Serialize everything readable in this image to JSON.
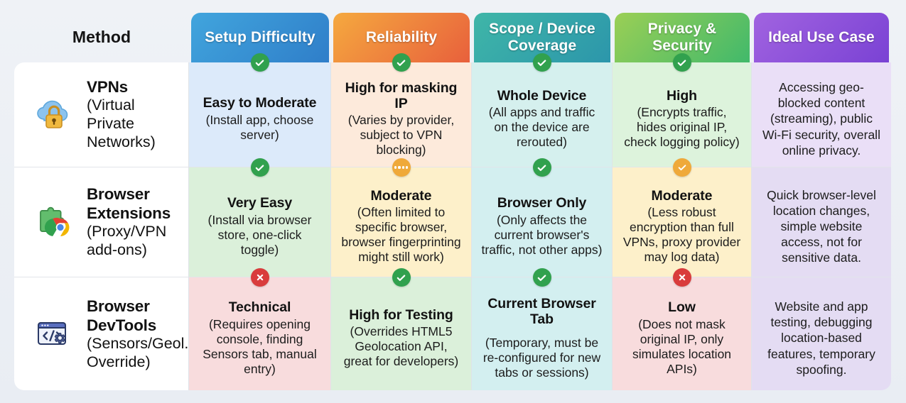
{
  "headers": [
    {
      "label": "Method",
      "key": "method"
    },
    {
      "label": "Setup Difficulty",
      "key": "setup"
    },
    {
      "label": "Reliability",
      "key": "reliability"
    },
    {
      "label": "Scope / Device Coverage",
      "key": "scope"
    },
    {
      "label": "Privacy & Security",
      "key": "privacy"
    },
    {
      "label": "Ideal Use Case",
      "key": "ideal"
    }
  ],
  "rows": [
    {
      "method": {
        "icon": "cloud-lock-icon",
        "title": "VPNs",
        "subtitle": "(Virtual Private Networks)"
      },
      "setup": {
        "badge": "check",
        "title": "Easy to Moderate",
        "subtitle": "(Install app, choose server)"
      },
      "reliability": {
        "badge": "check",
        "title": "High for masking IP",
        "subtitle": "(Varies by provider, subject to VPN blocking)"
      },
      "scope": {
        "badge": "check",
        "title": "Whole Device",
        "subtitle": "(All apps and traffic on the device are rerouted)"
      },
      "privacy": {
        "badge": "check",
        "title": "High",
        "subtitle": "(Encrypts traffic, hides original IP, check logging policy)"
      },
      "ideal": {
        "text": "Accessing geo-blocked content (streaming), public Wi-Fi security, overall online privacy."
      }
    },
    {
      "method": {
        "icon": "puzzle-chrome-icon",
        "title": "Browser Extensions",
        "subtitle": "(Proxy/VPN add-ons)"
      },
      "setup": {
        "badge": "check",
        "title": "Very Easy",
        "subtitle": "(Install via browser store, one-click toggle)"
      },
      "reliability": {
        "badge": "dots",
        "title": "Moderate",
        "subtitle": "(Often limited to specific browser, browser fingerprinting might still work)"
      },
      "scope": {
        "badge": "check",
        "title": "Browser Only",
        "subtitle": "(Only affects the current browser's traffic, not other apps)"
      },
      "privacy": {
        "badge": "check-orange",
        "title": "Moderate",
        "subtitle": "(Less robust encryption than full VPNs, proxy provider may log data)"
      },
      "ideal": {
        "text": "Quick browser-level location changes, simple website access, not for sensitive data."
      }
    },
    {
      "method": {
        "icon": "devtools-window-gear-icon",
        "title": "Browser DevTools",
        "subtitle": "(Sensors/Geol. Override)"
      },
      "setup": {
        "badge": "cross",
        "title": "Technical",
        "subtitle": "(Requires opening console, finding Sensors tab, manual entry)"
      },
      "reliability": {
        "badge": "check",
        "title": "High for Testing",
        "subtitle": "(Overrides HTML5 Geolocation API, great for developers)"
      },
      "scope": {
        "badge": "check",
        "title": "Current Browser Tab",
        "subtitle": "(Temporary, must be re-configured for new tabs or sessions)"
      },
      "privacy": {
        "badge": "cross",
        "title": "Low",
        "subtitle": "(Does not mask original IP, only simulates location APIs)"
      },
      "ideal": {
        "text": "Website and app testing, debugging location-based features, temporary spoofing."
      }
    }
  ],
  "colors": {
    "badge_green": "#31a14e",
    "badge_orange": "#efa93a",
    "badge_red": "#d93c3c",
    "header_setup": "#2f7ec9",
    "header_reliability": "#e8603c",
    "header_scope": "#2c96ab",
    "header_privacy": "#41b96b",
    "header_ideal": "#7a42d4",
    "page_background": "#eef1f6"
  }
}
